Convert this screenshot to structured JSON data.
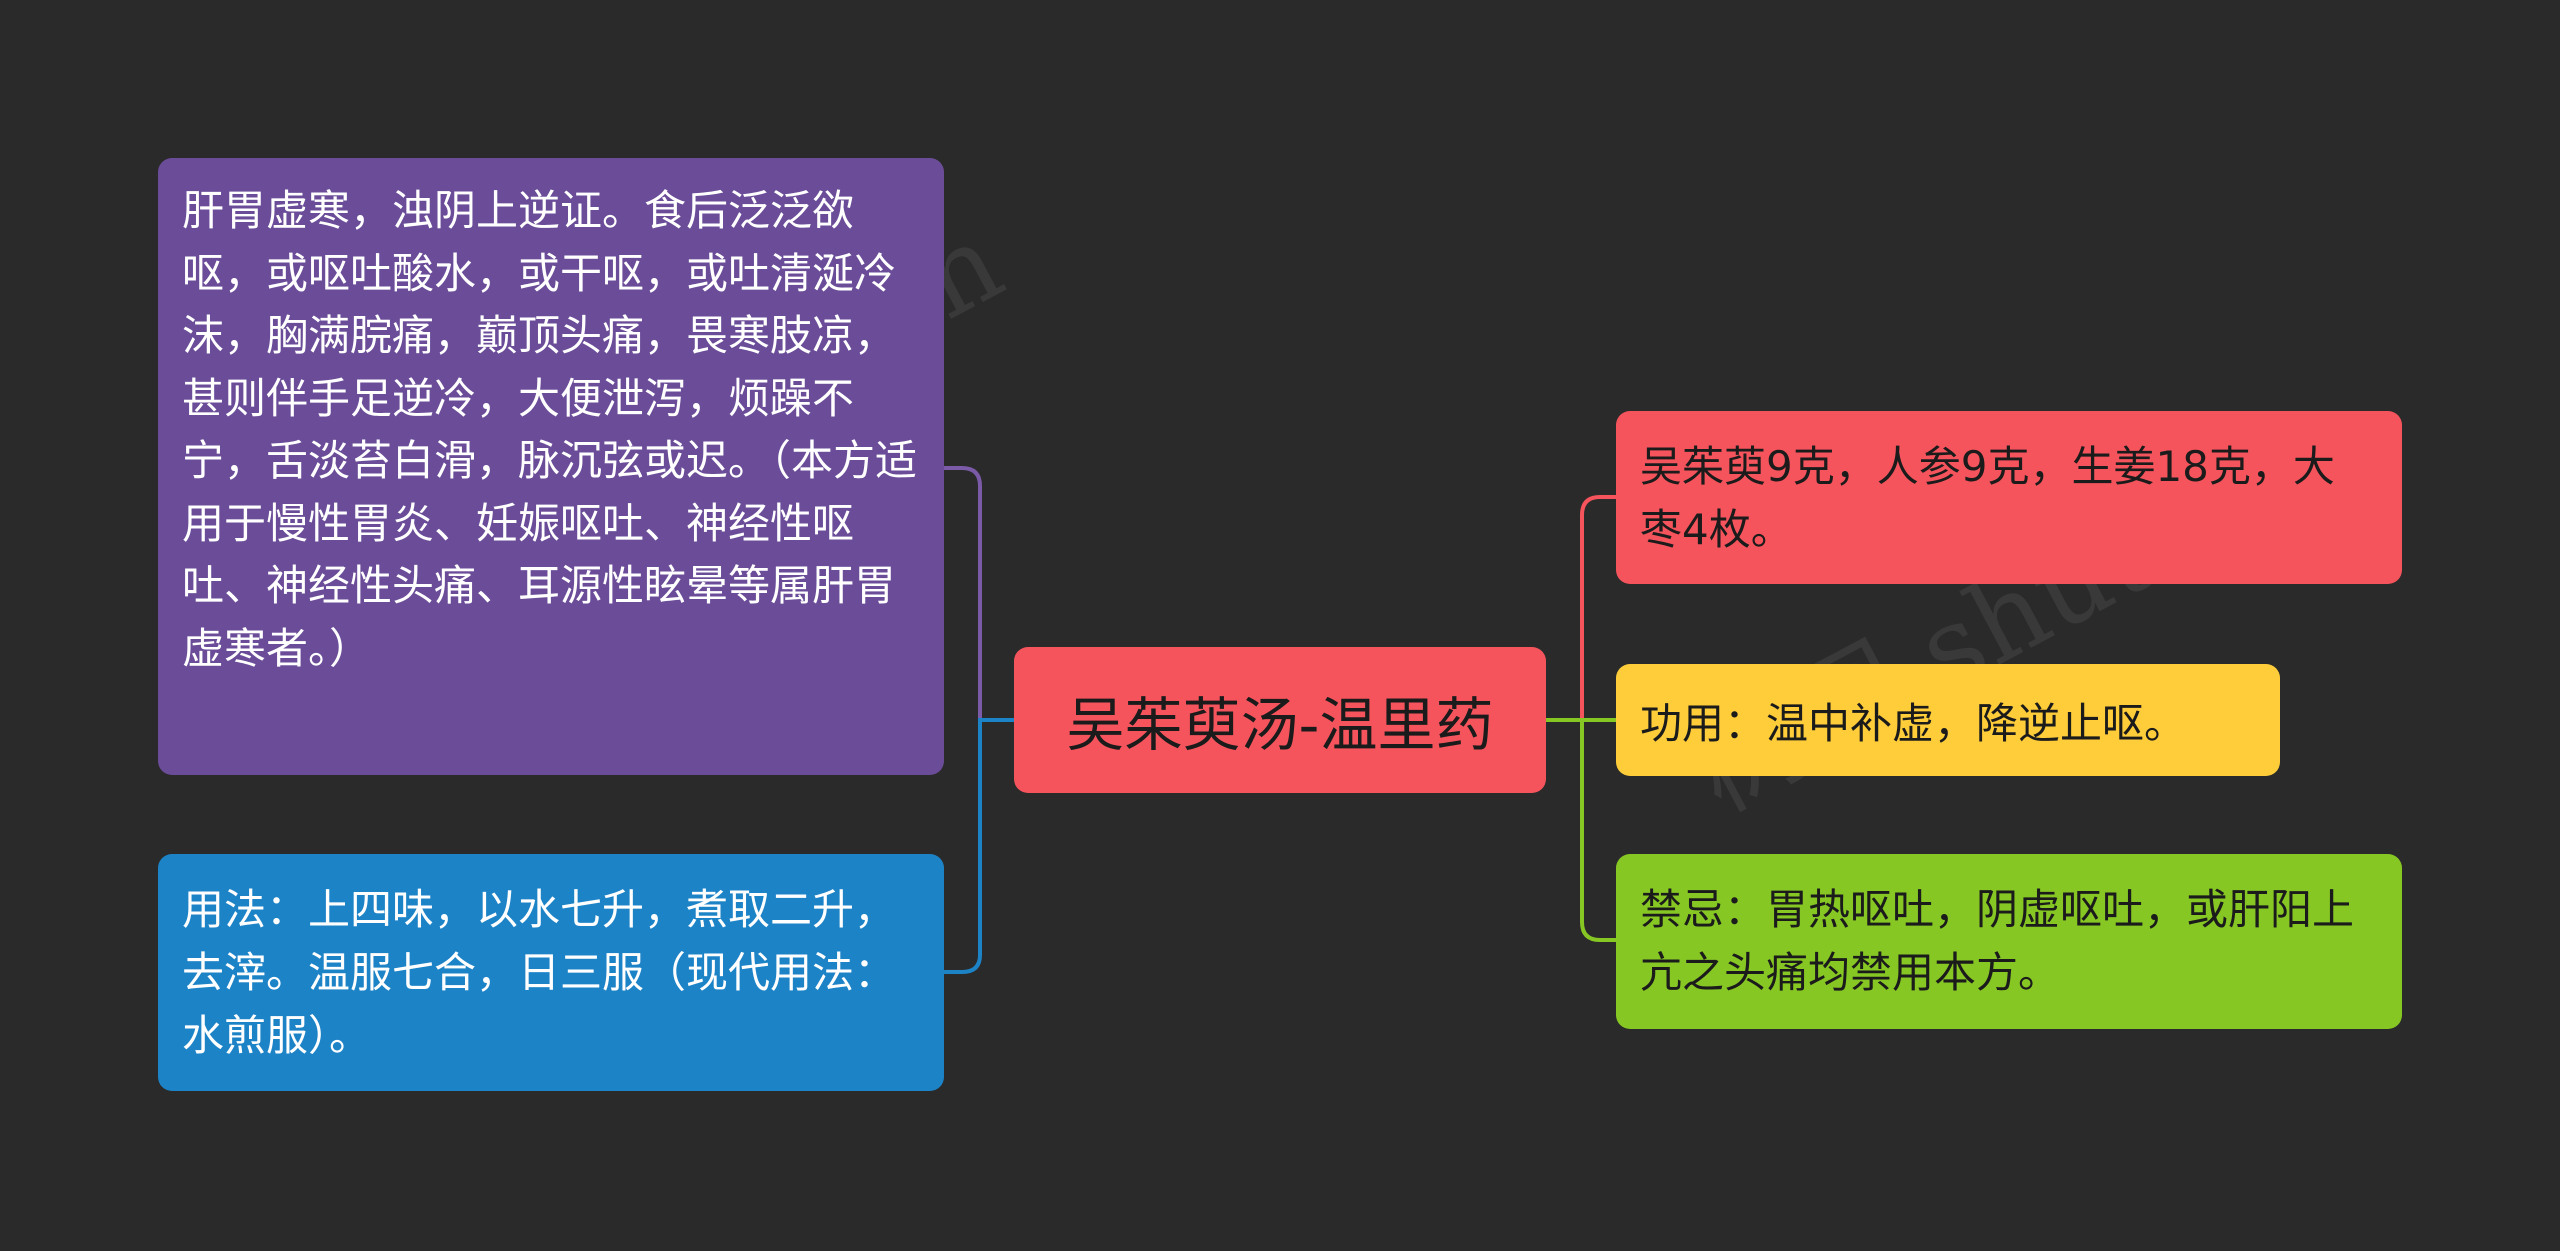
{
  "mindmap": {
    "center": {
      "label": "吴茱萸汤-温里药",
      "color": "#f5545c"
    },
    "left_nodes": [
      {
        "label": "肝胃虚寒，浊阴上逆证。食后泛泛欲呕，或呕吐酸水，或干呕，或吐清涎冷沫，胸满脘痛，巅顶头痛，畏寒肢凉，甚则伴手足逆冷，大便泄泻，烦躁不宁，舌淡苔白滑，脉沉弦或迟。（本方适用于慢性胃炎、妊娠呕吐、神经性呕吐、神经性头痛、耳源性眩晕等属肝胃虚寒者。）",
        "color": "#6a4c98",
        "connector_color": "#7b5aa8"
      },
      {
        "label": "用法：上四味，以水七升，煮取二升，去滓。温服七合，日三服（现代用法：水煎服）。",
        "color": "#1d83c7",
        "connector_color": "#1d83c7"
      }
    ],
    "right_nodes": [
      {
        "label": "吴茱萸9克，人参9克，生姜18克，大枣4枚。",
        "color": "#f5545c",
        "connector_color": "#f5545c"
      },
      {
        "label": "功用：温中补虚，降逆止呕。",
        "color": "#ffcd3a",
        "connector_color": "#86c724"
      },
      {
        "label": "禁忌：胃热呕吐，阴虚呕吐，或肝阳上亢之头痛均禁用本方。",
        "color": "#86c724",
        "connector_color": "#86c724"
      }
    ]
  },
  "watermark": {
    "text_left": "树图 shutu.cn",
    "text_right": "树图 shutu.cn"
  }
}
